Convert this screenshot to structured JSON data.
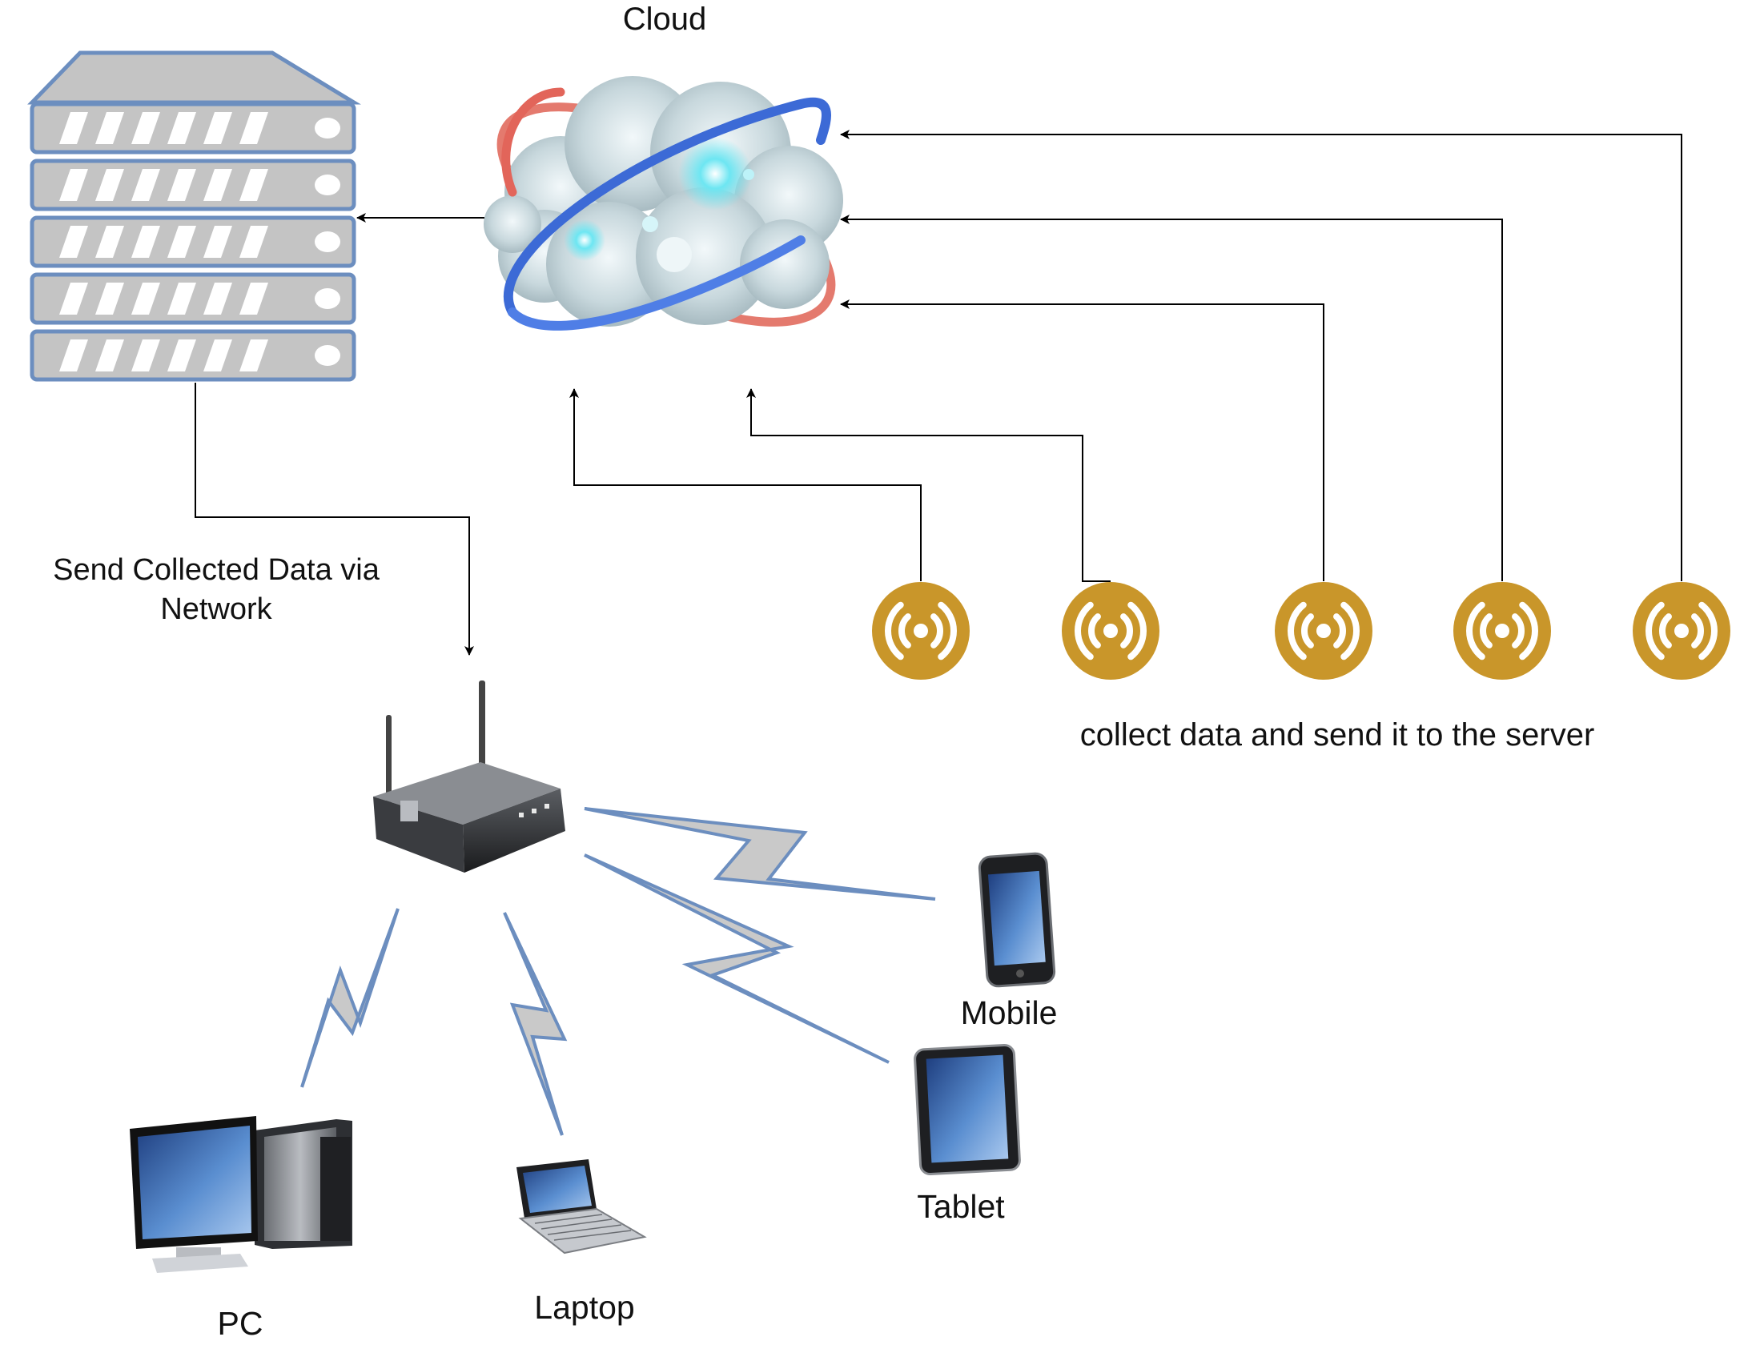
{
  "labels": {
    "cloud": "Cloud",
    "send_collected": "Send Collected Data via Network",
    "collect_data": "collect data and send it to the server",
    "mobile": "Mobile",
    "tablet": "Tablet",
    "pc": "PC",
    "laptop": "Laptop"
  },
  "sensors": {
    "count": 5,
    "icon": "wireless-sensor-icon",
    "color": "#C9962A"
  },
  "icons": {
    "server": "server-rack-icon",
    "cloud": "cloud-icon",
    "router": "wireless-router-icon",
    "pc": "desktop-pc-icon",
    "laptop": "laptop-icon",
    "mobile": "smartphone-icon",
    "tablet": "tablet-icon"
  },
  "colors": {
    "server_frame": "#6C8EBF",
    "server_fill": "#C4C4C4",
    "lightning": "#6C8EBF",
    "connector": "#000000"
  }
}
